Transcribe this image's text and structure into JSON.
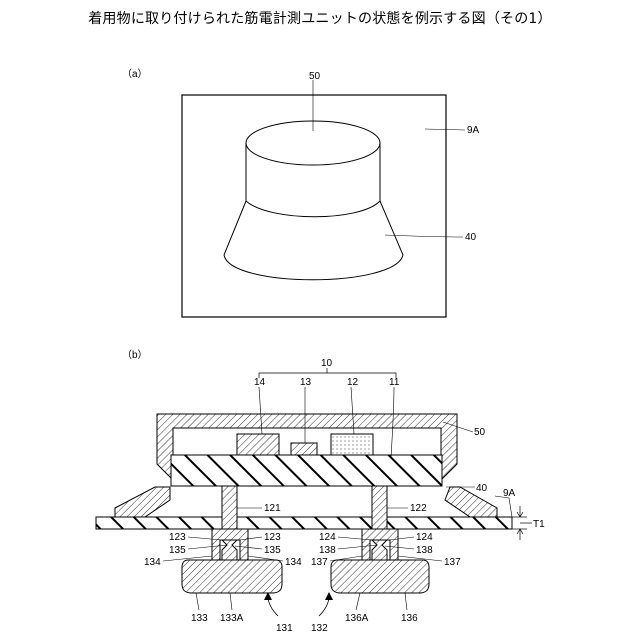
{
  "title": "着用物に取り付けられた筋電計測ユニットの状態を例示する図（その1）",
  "panel_a": {
    "label": "（a）",
    "refs": {
      "cap": "50",
      "base": "40",
      "garment": "9A"
    }
  },
  "panel_b": {
    "label": "（b）",
    "refs": {
      "unit": "10",
      "r14": "14",
      "r13": "13",
      "r12": "12",
      "r11": "11",
      "r50": "50",
      "r40": "40",
      "r9A": "9A",
      "T1": "T1",
      "r121": "121",
      "r122": "122",
      "r123L": "123",
      "r123R": "123",
      "r124L": "124",
      "r124R": "124",
      "r135L": "135",
      "r135R": "135",
      "r138L": "138",
      "r138R": "138",
      "r134L": "134",
      "r134R": "134",
      "r137L": "137",
      "r137R": "137",
      "r133": "133",
      "r133A": "133A",
      "r131": "131",
      "r132": "132",
      "r136A": "136A",
      "r136": "136"
    }
  }
}
